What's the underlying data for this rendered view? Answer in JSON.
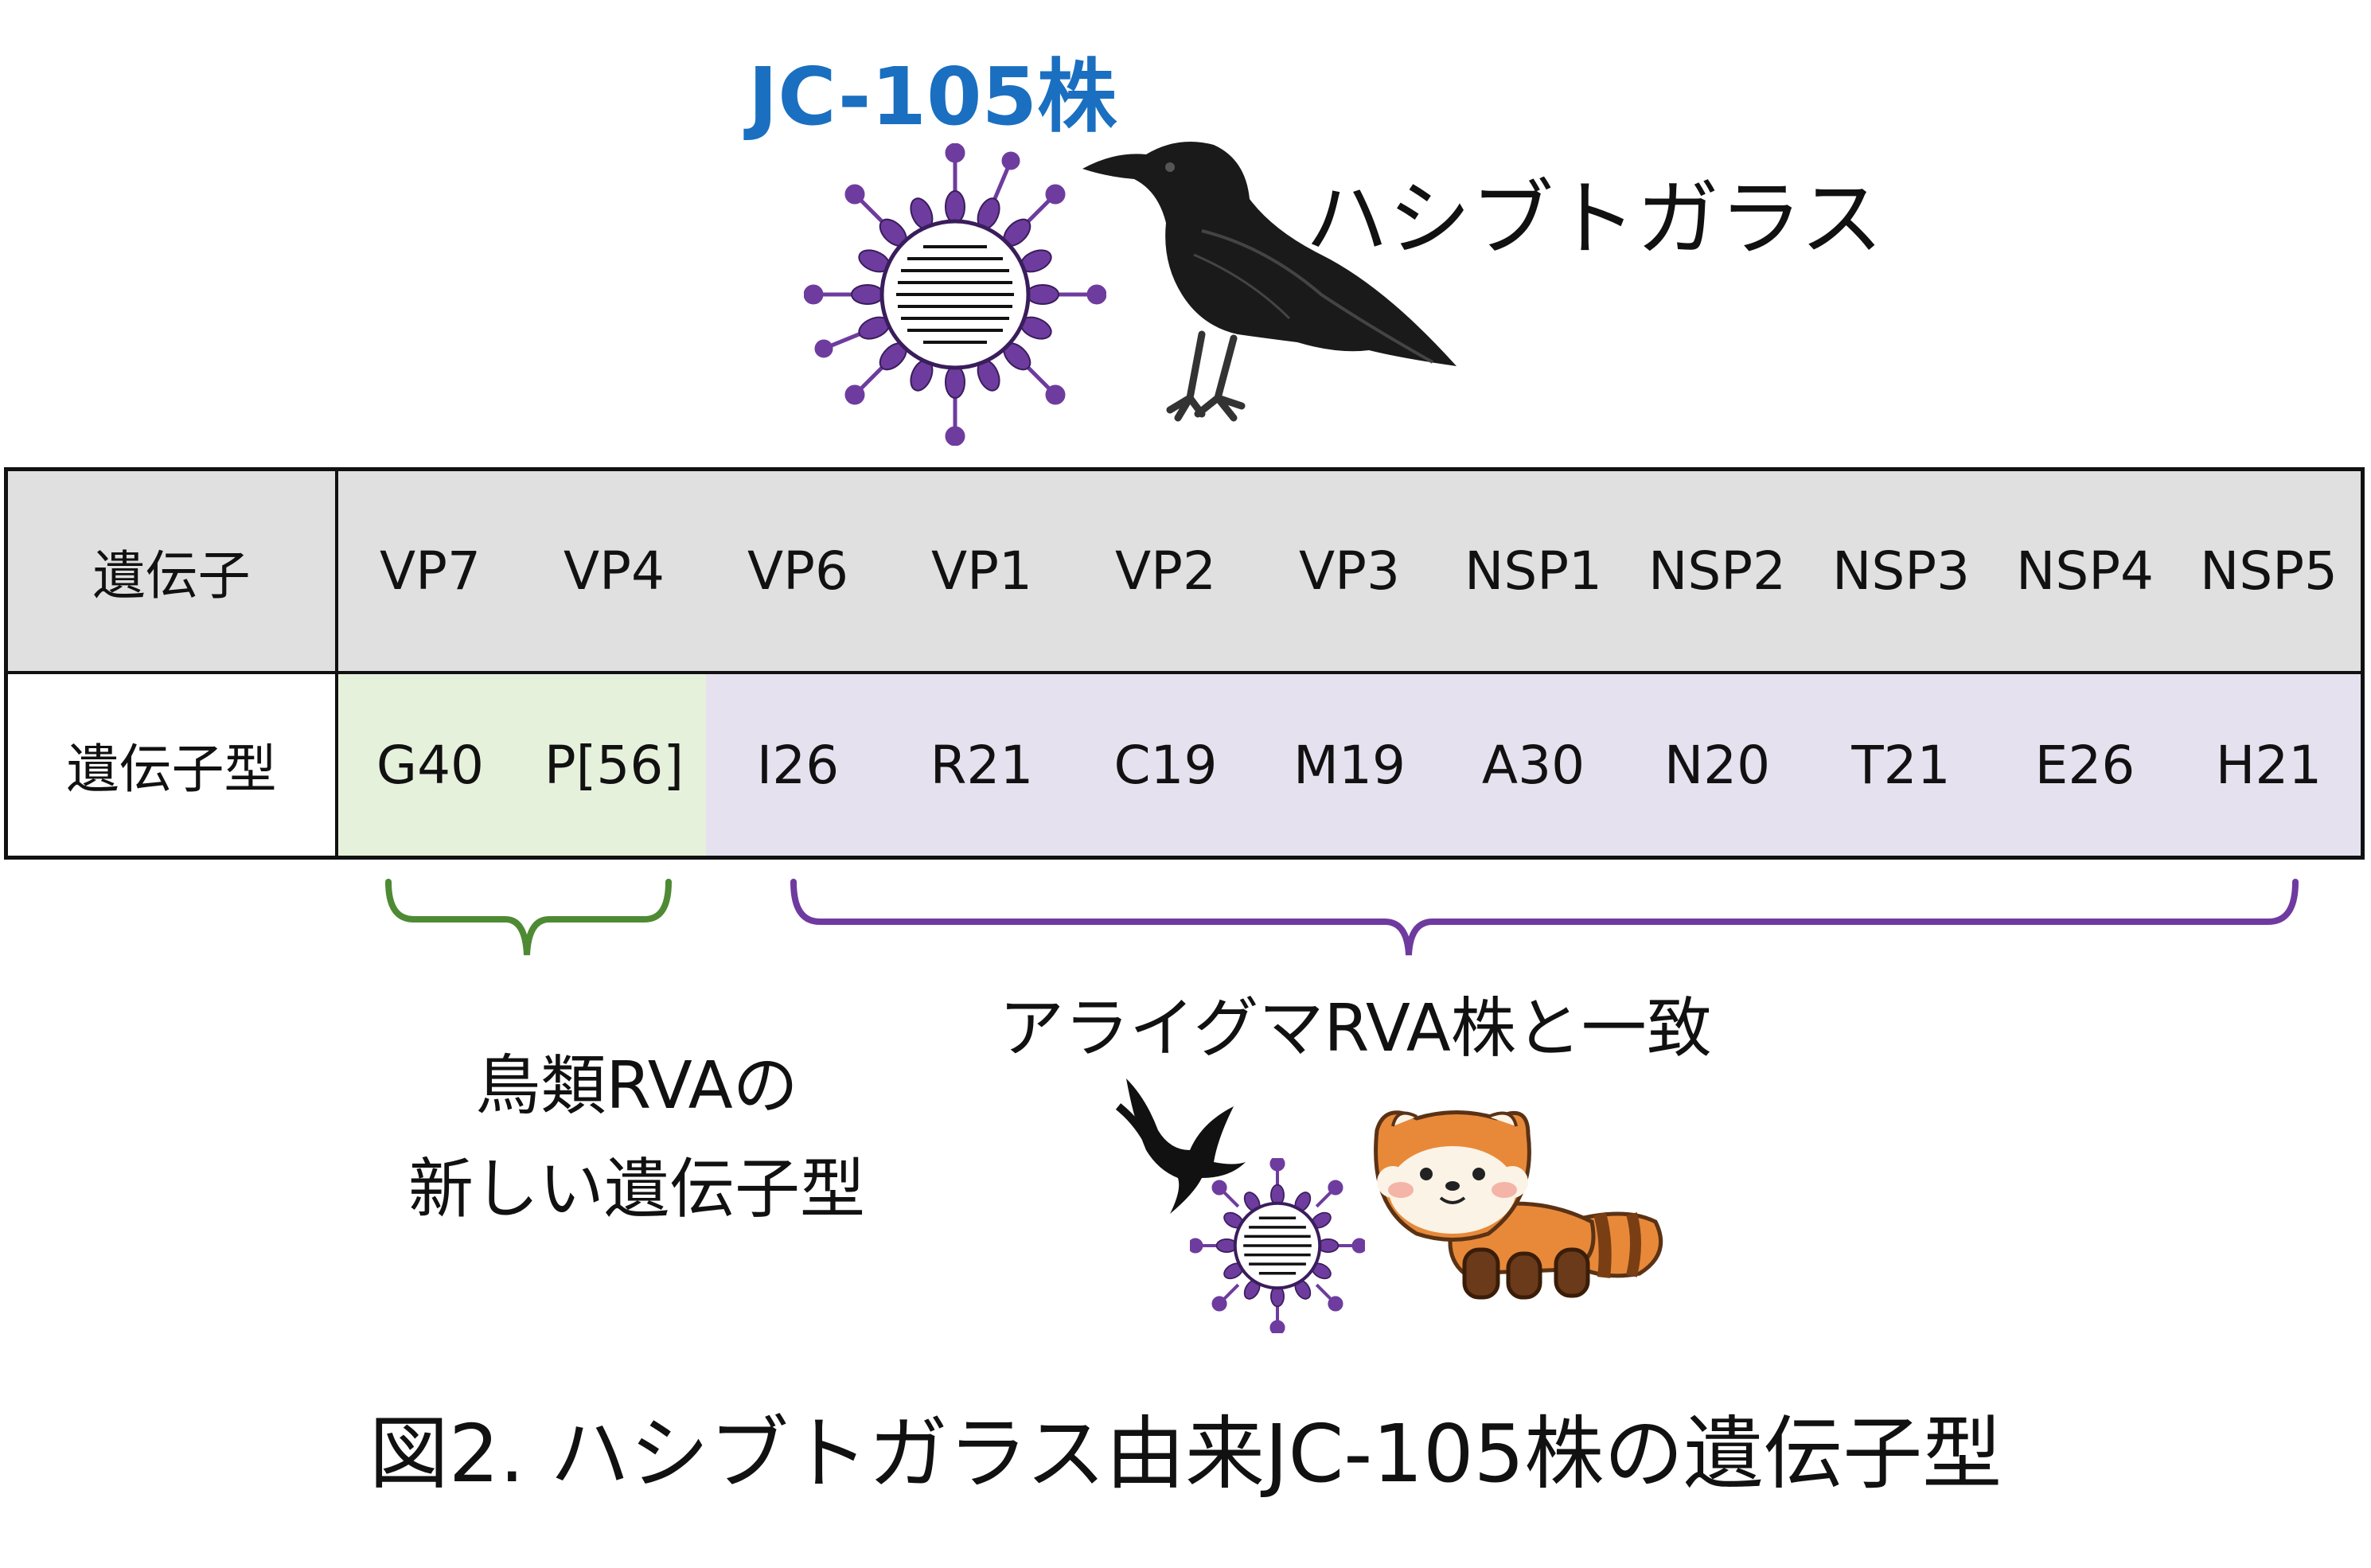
{
  "strain_title": "JC-105株",
  "host_name": "ハシブトガラス",
  "table": {
    "header_label": "遺伝子",
    "genotype_label": "遺伝子型",
    "genes": [
      "VP7",
      "VP4",
      "VP6",
      "VP1",
      "VP2",
      "VP3",
      "NSP1",
      "NSP2",
      "NSP3",
      "NSP4",
      "NSP5"
    ],
    "genotypes": [
      "G40",
      "P[56]",
      "I26",
      "R21",
      "C19",
      "M19",
      "A30",
      "N20",
      "T21",
      "E26",
      "H21"
    ]
  },
  "annotations": {
    "avian_line1": "鳥類RVAの",
    "avian_line2": "新しい遺伝子型",
    "raccoon_match": "アライグマRVA株と一致"
  },
  "colors": {
    "title_blue": "#1a6fc0",
    "green_bracket": "#4e8a34",
    "purple_bracket": "#6f3aa0",
    "virus_purple": "#6e3c9e",
    "green_fill": "#e6f1db",
    "purple_fill": "#e6e1ef",
    "header_fill": "#e0e0e0"
  },
  "icons": [
    "virus-icon",
    "crow-icon",
    "flying-bird-icon",
    "red-panda-icon"
  ],
  "caption": "図2. ハシブトガラス由来JC-105株の遺伝子型"
}
